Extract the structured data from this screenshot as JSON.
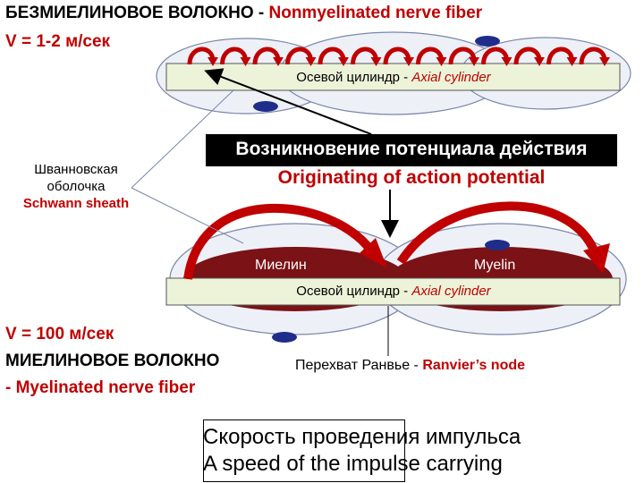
{
  "title": {
    "line1_ru": "БЕЗМИЕЛИНОВОЕ ВОЛОКНО - ",
    "line1_en": "Nonmyelinated nerve fiber",
    "speed_slow": "V = 1-2 м/сек"
  },
  "axial_top": {
    "ru": "Осевой цилиндр - ",
    "en": "Axial cylinder"
  },
  "axial_bottom": {
    "ru": "Осевой цилиндр - ",
    "en": "Axial cylinder"
  },
  "schwann": {
    "ru_line1": "Шванновская",
    "ru_line2": "оболочка",
    "en": "Schwann sheath"
  },
  "action_potential": {
    "ru": "Возникновение потенциала действия",
    "en": "Originating of action potential"
  },
  "myelin": {
    "ru": "Миелин",
    "en": "Myelin"
  },
  "myelinated": {
    "speed_fast": "V = 100 м/сек",
    "name_ru": "МИЕЛИНОВОЕ ВОЛОКНО",
    "name_en": "- Myelinated nerve fiber"
  },
  "ranvier": {
    "ru": "Перехват Ранвье - ",
    "en": "Ranvier’s node"
  },
  "speed_box": {
    "ru": "Скорость проведения импульса",
    "en": "A speed of the impulse  carrying"
  },
  "colors": {
    "red": "#c00000",
    "dark_red": "#7a1216",
    "axial_fill": "#ecf3d8",
    "nucleus": "#1f2d8a",
    "sheath_fill": "#eef0f8"
  }
}
